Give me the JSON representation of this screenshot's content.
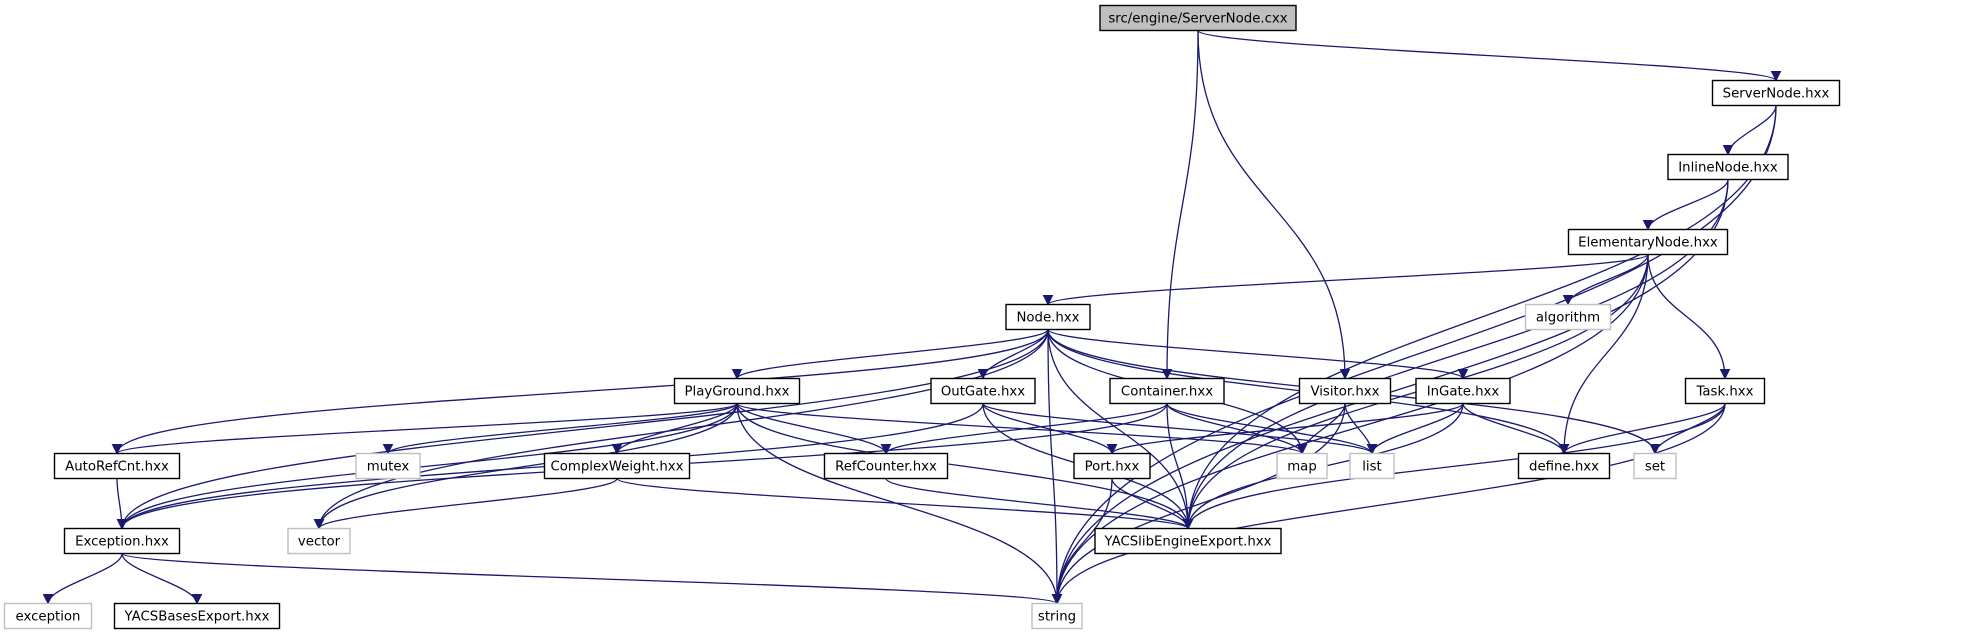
{
  "graph": {
    "title": "src/engine/ServerNode.cxx",
    "edge_color": "#191970",
    "root_fill": "#bfbfbf",
    "external_border": "#bfbfbf",
    "nodes": [
      {
        "id": "servernode_cxx",
        "label": "src/engine/ServerNode.cxx",
        "kind": "root"
      },
      {
        "id": "servernode_hxx",
        "label": "ServerNode.hxx",
        "kind": "file"
      },
      {
        "id": "inlinenode_hxx",
        "label": "InlineNode.hxx",
        "kind": "file"
      },
      {
        "id": "elementarynode_hxx",
        "label": "ElementaryNode.hxx",
        "kind": "file"
      },
      {
        "id": "node_hxx",
        "label": "Node.hxx",
        "kind": "file"
      },
      {
        "id": "algorithm",
        "label": "algorithm",
        "kind": "external"
      },
      {
        "id": "playground_hxx",
        "label": "PlayGround.hxx",
        "kind": "file"
      },
      {
        "id": "outgate_hxx",
        "label": "OutGate.hxx",
        "kind": "file"
      },
      {
        "id": "container_hxx",
        "label": "Container.hxx",
        "kind": "file"
      },
      {
        "id": "visitor_hxx",
        "label": "Visitor.hxx",
        "kind": "file"
      },
      {
        "id": "ingate_hxx",
        "label": "InGate.hxx",
        "kind": "file"
      },
      {
        "id": "task_hxx",
        "label": "Task.hxx",
        "kind": "file"
      },
      {
        "id": "autorefcnt_hxx",
        "label": "AutoRefCnt.hxx",
        "kind": "file"
      },
      {
        "id": "mutex",
        "label": "mutex",
        "kind": "external"
      },
      {
        "id": "complexweight_hxx",
        "label": "ComplexWeight.hxx",
        "kind": "file"
      },
      {
        "id": "refcounter_hxx",
        "label": "RefCounter.hxx",
        "kind": "file"
      },
      {
        "id": "port_hxx",
        "label": "Port.hxx",
        "kind": "file"
      },
      {
        "id": "map",
        "label": "map",
        "kind": "external"
      },
      {
        "id": "list",
        "label": "list",
        "kind": "external"
      },
      {
        "id": "define_hxx",
        "label": "define.hxx",
        "kind": "file"
      },
      {
        "id": "set",
        "label": "set",
        "kind": "external"
      },
      {
        "id": "exception_hxx",
        "label": "Exception.hxx",
        "kind": "file"
      },
      {
        "id": "vector",
        "label": "vector",
        "kind": "external"
      },
      {
        "id": "yacslibengineexport_hxx",
        "label": "YACSlibEngineExport.hxx",
        "kind": "file"
      },
      {
        "id": "exception",
        "label": "exception",
        "kind": "external"
      },
      {
        "id": "yacsbasesexport_hxx",
        "label": "YACSBasesExport.hxx",
        "kind": "file"
      },
      {
        "id": "string",
        "label": "string",
        "kind": "external"
      }
    ],
    "edges": [
      [
        "servernode_cxx",
        "servernode_hxx"
      ],
      [
        "servernode_cxx",
        "container_hxx"
      ],
      [
        "servernode_cxx",
        "visitor_hxx"
      ],
      [
        "servernode_hxx",
        "inlinenode_hxx"
      ],
      [
        "servernode_hxx",
        "yacslibengineexport_hxx"
      ],
      [
        "servernode_hxx",
        "string"
      ],
      [
        "inlinenode_hxx",
        "elementarynode_hxx"
      ],
      [
        "inlinenode_hxx",
        "yacslibengineexport_hxx"
      ],
      [
        "inlinenode_hxx",
        "string"
      ],
      [
        "elementarynode_hxx",
        "node_hxx"
      ],
      [
        "elementarynode_hxx",
        "task_hxx"
      ],
      [
        "elementarynode_hxx",
        "define_hxx"
      ],
      [
        "elementarynode_hxx",
        "algorithm"
      ],
      [
        "elementarynode_hxx",
        "yacslibengineexport_hxx"
      ],
      [
        "elementarynode_hxx",
        "string"
      ],
      [
        "node_hxx",
        "outgate_hxx"
      ],
      [
        "node_hxx",
        "ingate_hxx"
      ],
      [
        "node_hxx",
        "playground_hxx"
      ],
      [
        "node_hxx",
        "autorefcnt_hxx"
      ],
      [
        "node_hxx",
        "exception_hxx"
      ],
      [
        "node_hxx",
        "yacslibengineexport_hxx"
      ],
      [
        "node_hxx",
        "define_hxx"
      ],
      [
        "node_hxx",
        "map"
      ],
      [
        "node_hxx",
        "set"
      ],
      [
        "node_hxx",
        "string"
      ],
      [
        "node_hxx",
        "vector"
      ],
      [
        "playground_hxx",
        "refcounter_hxx"
      ],
      [
        "playground_hxx",
        "autorefcnt_hxx"
      ],
      [
        "playground_hxx",
        "complexweight_hxx"
      ],
      [
        "playground_hxx",
        "mutex"
      ],
      [
        "playground_hxx",
        "vector"
      ],
      [
        "playground_hxx",
        "map"
      ],
      [
        "playground_hxx",
        "string"
      ],
      [
        "playground_hxx",
        "yacslibengineexport_hxx"
      ],
      [
        "playground_hxx",
        "exception_hxx"
      ],
      [
        "outgate_hxx",
        "port_hxx"
      ],
      [
        "outgate_hxx",
        "exception_hxx"
      ],
      [
        "outgate_hxx",
        "yacslibengineexport_hxx"
      ],
      [
        "outgate_hxx",
        "list"
      ],
      [
        "container_hxx",
        "refcounter_hxx"
      ],
      [
        "container_hxx",
        "exception_hxx"
      ],
      [
        "container_hxx",
        "yacslibengineexport_hxx"
      ],
      [
        "container_hxx",
        "map"
      ],
      [
        "container_hxx",
        "list"
      ],
      [
        "visitor_hxx",
        "map"
      ],
      [
        "visitor_hxx",
        "list"
      ],
      [
        "visitor_hxx",
        "string"
      ],
      [
        "ingate_hxx",
        "port_hxx"
      ],
      [
        "ingate_hxx",
        "list"
      ],
      [
        "ingate_hxx",
        "define_hxx"
      ],
      [
        "ingate_hxx",
        "yacslibengineexport_hxx"
      ],
      [
        "task_hxx",
        "define_hxx"
      ],
      [
        "task_hxx",
        "set"
      ],
      [
        "task_hxx",
        "yacslibengineexport_hxx"
      ],
      [
        "task_hxx",
        "string"
      ],
      [
        "autorefcnt_hxx",
        "exception_hxx"
      ],
      [
        "complexweight_hxx",
        "vector"
      ],
      [
        "complexweight_hxx",
        "yacslibengineexport_hxx"
      ],
      [
        "refcounter_hxx",
        "yacslibengineexport_hxx"
      ],
      [
        "port_hxx",
        "yacslibengineexport_hxx"
      ],
      [
        "port_hxx",
        "string"
      ],
      [
        "exception_hxx",
        "exception"
      ],
      [
        "exception_hxx",
        "yacsbasesexport_hxx"
      ],
      [
        "exception_hxx",
        "string"
      ]
    ]
  }
}
